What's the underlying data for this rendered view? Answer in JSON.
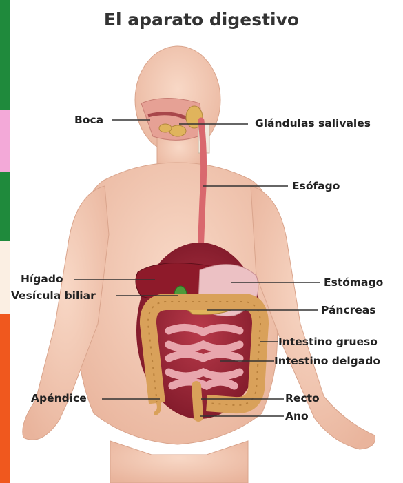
{
  "title": "El aparato digestivo",
  "labels": {
    "boca": "Boca",
    "glandulas": "Glándulas salivales",
    "esofago": "Esófago",
    "higado": "Hígado",
    "vesicula": "Vesícula biliar",
    "estomago": "Estómago",
    "pancreas": "Páncreas",
    "grueso": "Intestino grueso",
    "delgado": "Intestino delgado",
    "apendice": "Apéndice",
    "recto": "Recto",
    "ano": "Ano"
  },
  "colors": {
    "skin": "#f2c9b4",
    "liver": "#8e1a2a",
    "colon": "#d9a15a",
    "small_intestine": "#e8a6ad",
    "esophagus": "#d9686e",
    "stripe_green": "#1f8a3c",
    "stripe_pink": "#f3a9d8",
    "stripe_orange": "#f0581e"
  }
}
